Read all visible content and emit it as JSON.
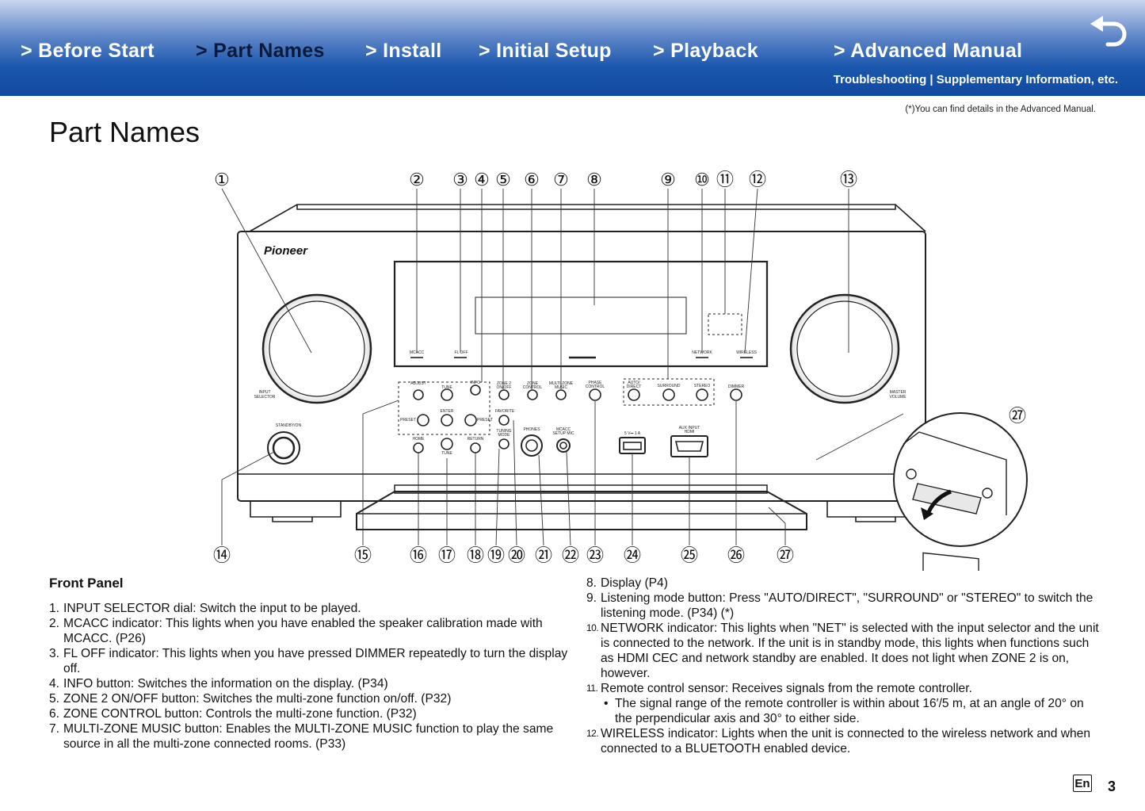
{
  "nav": {
    "items": [
      {
        "label": "> Before Start"
      },
      {
        "label": "> Part Names"
      },
      {
        "label": "> Install"
      },
      {
        "label": "> Initial Setup"
      },
      {
        "label": "> Playback"
      },
      {
        "label": "> Advanced Manual"
      }
    ],
    "sub_label": "Troubleshooting | Supplementary Information, etc."
  },
  "note": "(*)You can find details in the Advanced Manual.",
  "page_title": "Part Names",
  "diagram": {
    "brand": "Pioneer",
    "callouts_top": [
      "①",
      "②",
      "③",
      "④",
      "⑤",
      "⑥",
      "⑦",
      "⑧",
      "⑨",
      "⑩",
      "⑪",
      "⑫",
      "⑬"
    ],
    "callouts_bottom": [
      "⑭",
      "⑮",
      "⑯",
      "⑰",
      "⑱",
      "⑲",
      "⑳",
      "㉑",
      "㉒",
      "㉓",
      "㉔",
      "㉕",
      "㉖",
      "㉗"
    ],
    "callout_inset": "㉗",
    "panel_labels": {
      "input_selector": [
        "INPUT",
        "SELECTOR"
      ],
      "master_volume": [
        "MASTER",
        "VOLUME"
      ],
      "standby": "STANDBY/ON",
      "mcacc": "MCACC",
      "fl_off": "FL OFF",
      "network": "NETWORK",
      "wireless": "WIRELESS",
      "adjust": "ADJUST",
      "tune": "TUNE",
      "info": "INFO",
      "zone2": [
        "ZONE 2",
        "ON/OFF"
      ],
      "zone_control": [
        "ZONE",
        "CONTROL"
      ],
      "multi_zone": [
        "MULTI-ZONE",
        "MUSIC"
      ],
      "phase_control": [
        "PHASE",
        "CONTROL"
      ],
      "auto_direct": [
        "AUTO/",
        "DIRECT"
      ],
      "surround": "SURROUND",
      "stereo": "STEREO",
      "dimmer": "DIMMER",
      "enter": "ENTER",
      "preset": "PRESET",
      "favorite": "FAVORITE",
      "tuning_mode": [
        "TUNING",
        "MODE"
      ],
      "home": "HOME",
      "return": "RETURN",
      "phones": "PHONES",
      "mcacc_setup_mic": [
        "MCACC",
        "SETUP MIC"
      ],
      "usb": "5 V⎓ 1 A",
      "aux_input": [
        "AUX INPUT",
        "HDMI"
      ]
    }
  },
  "front_panel": {
    "title": "Front Panel",
    "left_items": [
      {
        "num": "1.",
        "text": "INPUT SELECTOR dial: Switch the input to be played."
      },
      {
        "num": "2.",
        "text": "MCACC indicator: This lights when you have enabled the speaker calibration made with MCACC. (P26)"
      },
      {
        "num": "3.",
        "text": "FL OFF indicator: This lights when you have pressed DIMMER repeatedly to turn the display off."
      },
      {
        "num": "4.",
        "text": "INFO button: Switches the information on the display. (P34)"
      },
      {
        "num": "5.",
        "text": "ZONE 2 ON/OFF button: Switches the multi-zone function on/off. (P32)"
      },
      {
        "num": "6.",
        "text": "ZONE CONTROL button: Controls the multi-zone function. (P32)"
      },
      {
        "num": "7.",
        "text": "MULTI-ZONE MUSIC button: Enables the MULTI-ZONE MUSIC function to play the same source in all the multi-zone connected rooms. (P33)"
      }
    ],
    "right_items": [
      {
        "num": "8.",
        "text": "Display (P4)"
      },
      {
        "num": "9.",
        "text": "Listening mode button: Press \"AUTO/DIRECT\", \"SURROUND\" or \"STEREO\" to switch the listening mode. (P34) (*)"
      },
      {
        "num": "10.",
        "text": "NETWORK indicator: This lights when \"NET\" is selected with the input selector and the unit is connected to the network. If the unit is in standby mode, this lights when functions such as HDMI CEC and network standby are enabled. It does not light when ZONE 2 is on, however."
      },
      {
        "num": "11.",
        "text": "Remote control sensor: Receives signals from the remote controller."
      },
      {
        "num": "12.",
        "text": "WIRELESS indicator: Lights when the unit is connected to the wireless network and when connected to a BLUETOOTH enabled device."
      }
    ],
    "sub_item_11": "The signal range of the remote controller is within about 16′/5 m, at an angle of 20° on the perpendicular axis and 30° to either side.",
    "bullet": "•"
  },
  "footer": {
    "lang": "En",
    "page": "3"
  },
  "colors": {
    "header_dark": "#0f4aa0",
    "header_light": "#c9d6ef",
    "active_nav": "#0a1a3c"
  }
}
